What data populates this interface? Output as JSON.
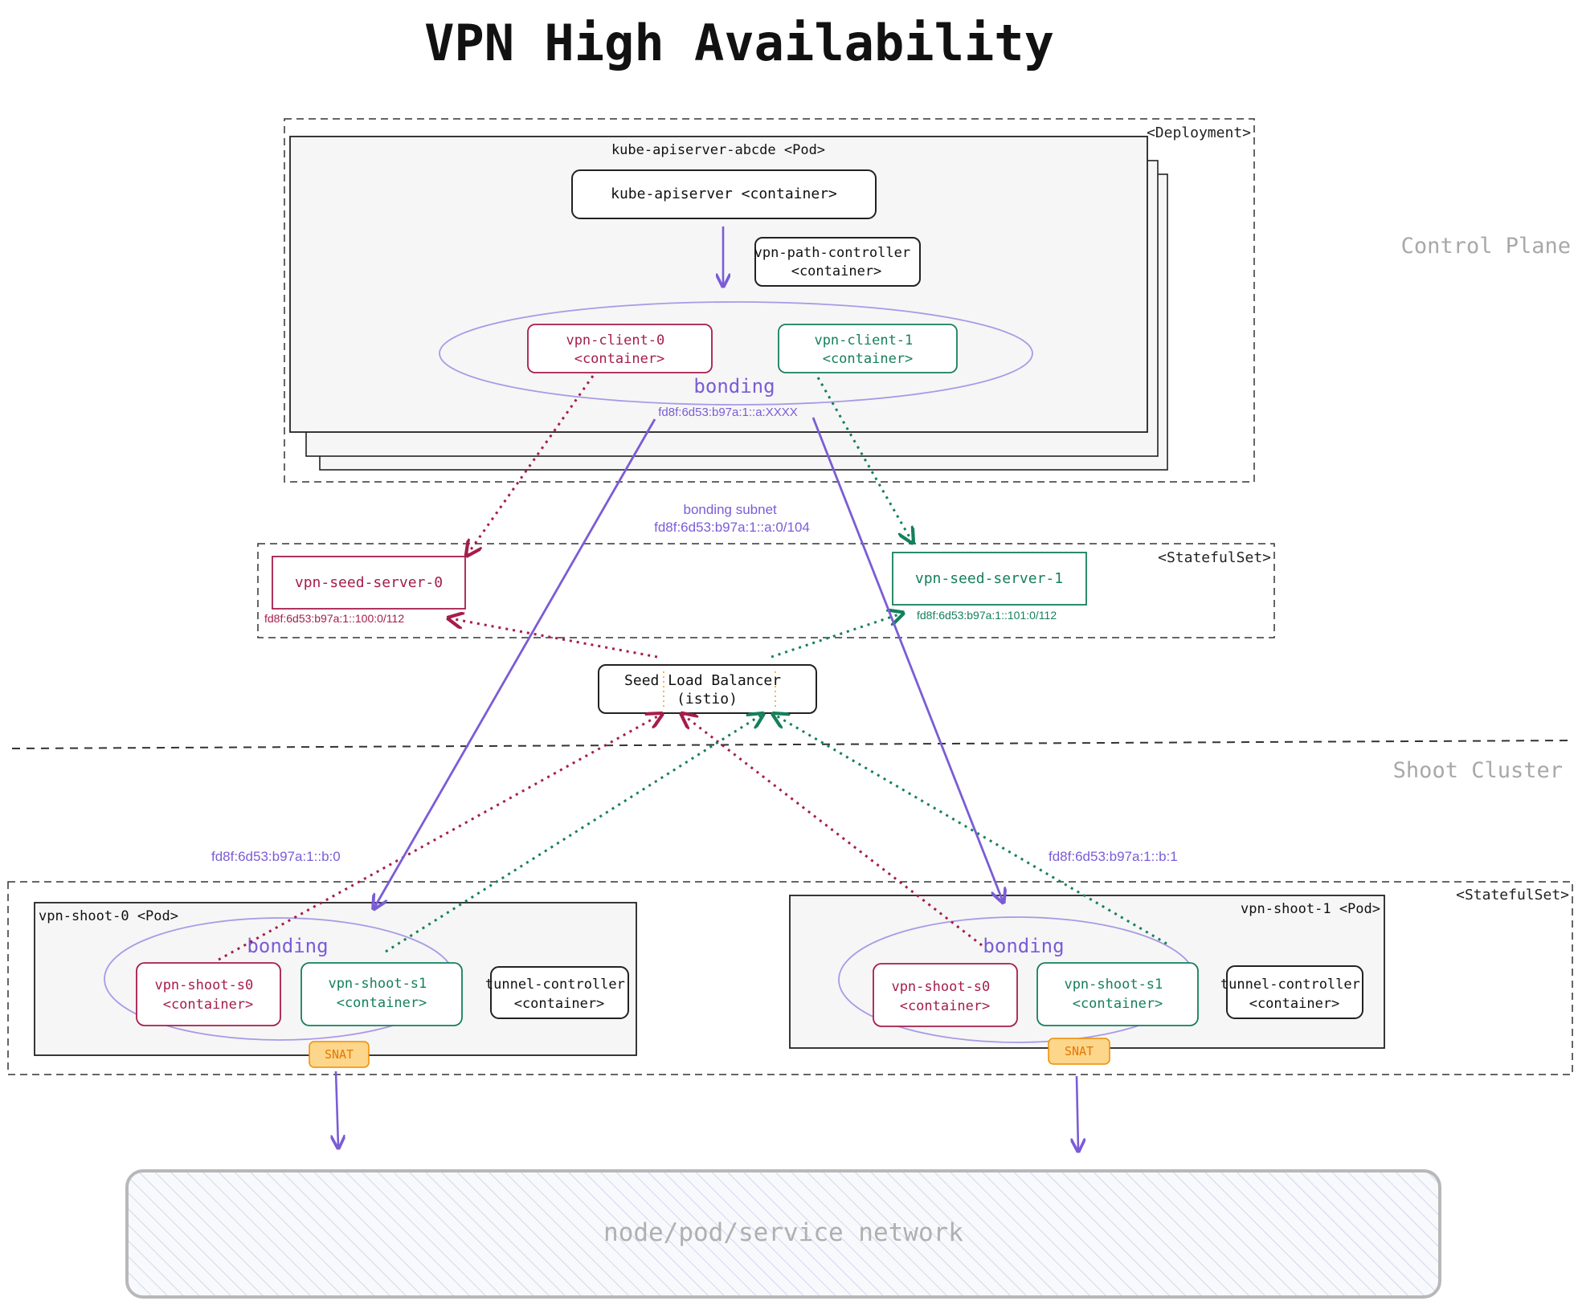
{
  "title": "VPN High Availability",
  "regions": {
    "control_plane": "Control Plane",
    "shoot_cluster": "Shoot Cluster"
  },
  "control_plane": {
    "deployment_tag": "<Deployment>",
    "pod_label": "kube-apiserver-abcde <Pod>",
    "kube_apiserver": "kube-apiserver <container>",
    "vpn_path_controller": [
      "vpn-path-controller",
      "<container>"
    ],
    "vpn_client_0": [
      "vpn-client-0",
      "<container>"
    ],
    "vpn_client_1": [
      "vpn-client-1",
      "<container>"
    ],
    "bonding_label": "bonding",
    "bonding_address": "fd8f:6d53:b97a:1::a:XXXX"
  },
  "bonding_subnet": [
    "bonding subnet",
    "fd8f:6d53:b97a:1::a:0/104"
  ],
  "seed": {
    "statefulset_tag": "<StatefulSet>",
    "server_0": "vpn-seed-server-0",
    "server_0_subnet": "fd8f:6d53:b97a:1::100:0/112",
    "server_1": "vpn-seed-server-1",
    "server_1_subnet": "fd8f:6d53:b97a:1::101:0/112",
    "load_balancer": [
      "Seed Load Balancer",
      "(istio)"
    ]
  },
  "shoot": {
    "statefulset_tag": "<StatefulSet>",
    "pod_0": {
      "label": "vpn-shoot-0 <Pod>",
      "address": "fd8f:6d53:b97a:1::b:0",
      "bonding_label": "bonding",
      "s0": [
        "vpn-shoot-s0",
        "<container>"
      ],
      "s1": [
        "vpn-shoot-s1",
        "<container>"
      ],
      "tunnel_controller": [
        "tunnel-controller",
        "<container>"
      ],
      "snat": "SNAT"
    },
    "pod_1": {
      "label": "vpn-shoot-1 <Pod>",
      "address": "fd8f:6d53:b97a:1::b:1",
      "bonding_label": "bonding",
      "s0": [
        "vpn-shoot-s0",
        "<container>"
      ],
      "s1": [
        "vpn-shoot-s1",
        "<container>"
      ],
      "tunnel_controller": [
        "tunnel-controller",
        "<container>"
      ],
      "snat": "SNAT"
    }
  },
  "network": "node/pod/service network",
  "colors": {
    "purple": "#7b5cd6",
    "red": "#a51d4a",
    "green": "#15805a",
    "gray_text": "#a8a8a8",
    "pod_fill": "#f6f6f6",
    "snat_fill": "#fcd68b",
    "snat_stroke": "#f08c00"
  }
}
